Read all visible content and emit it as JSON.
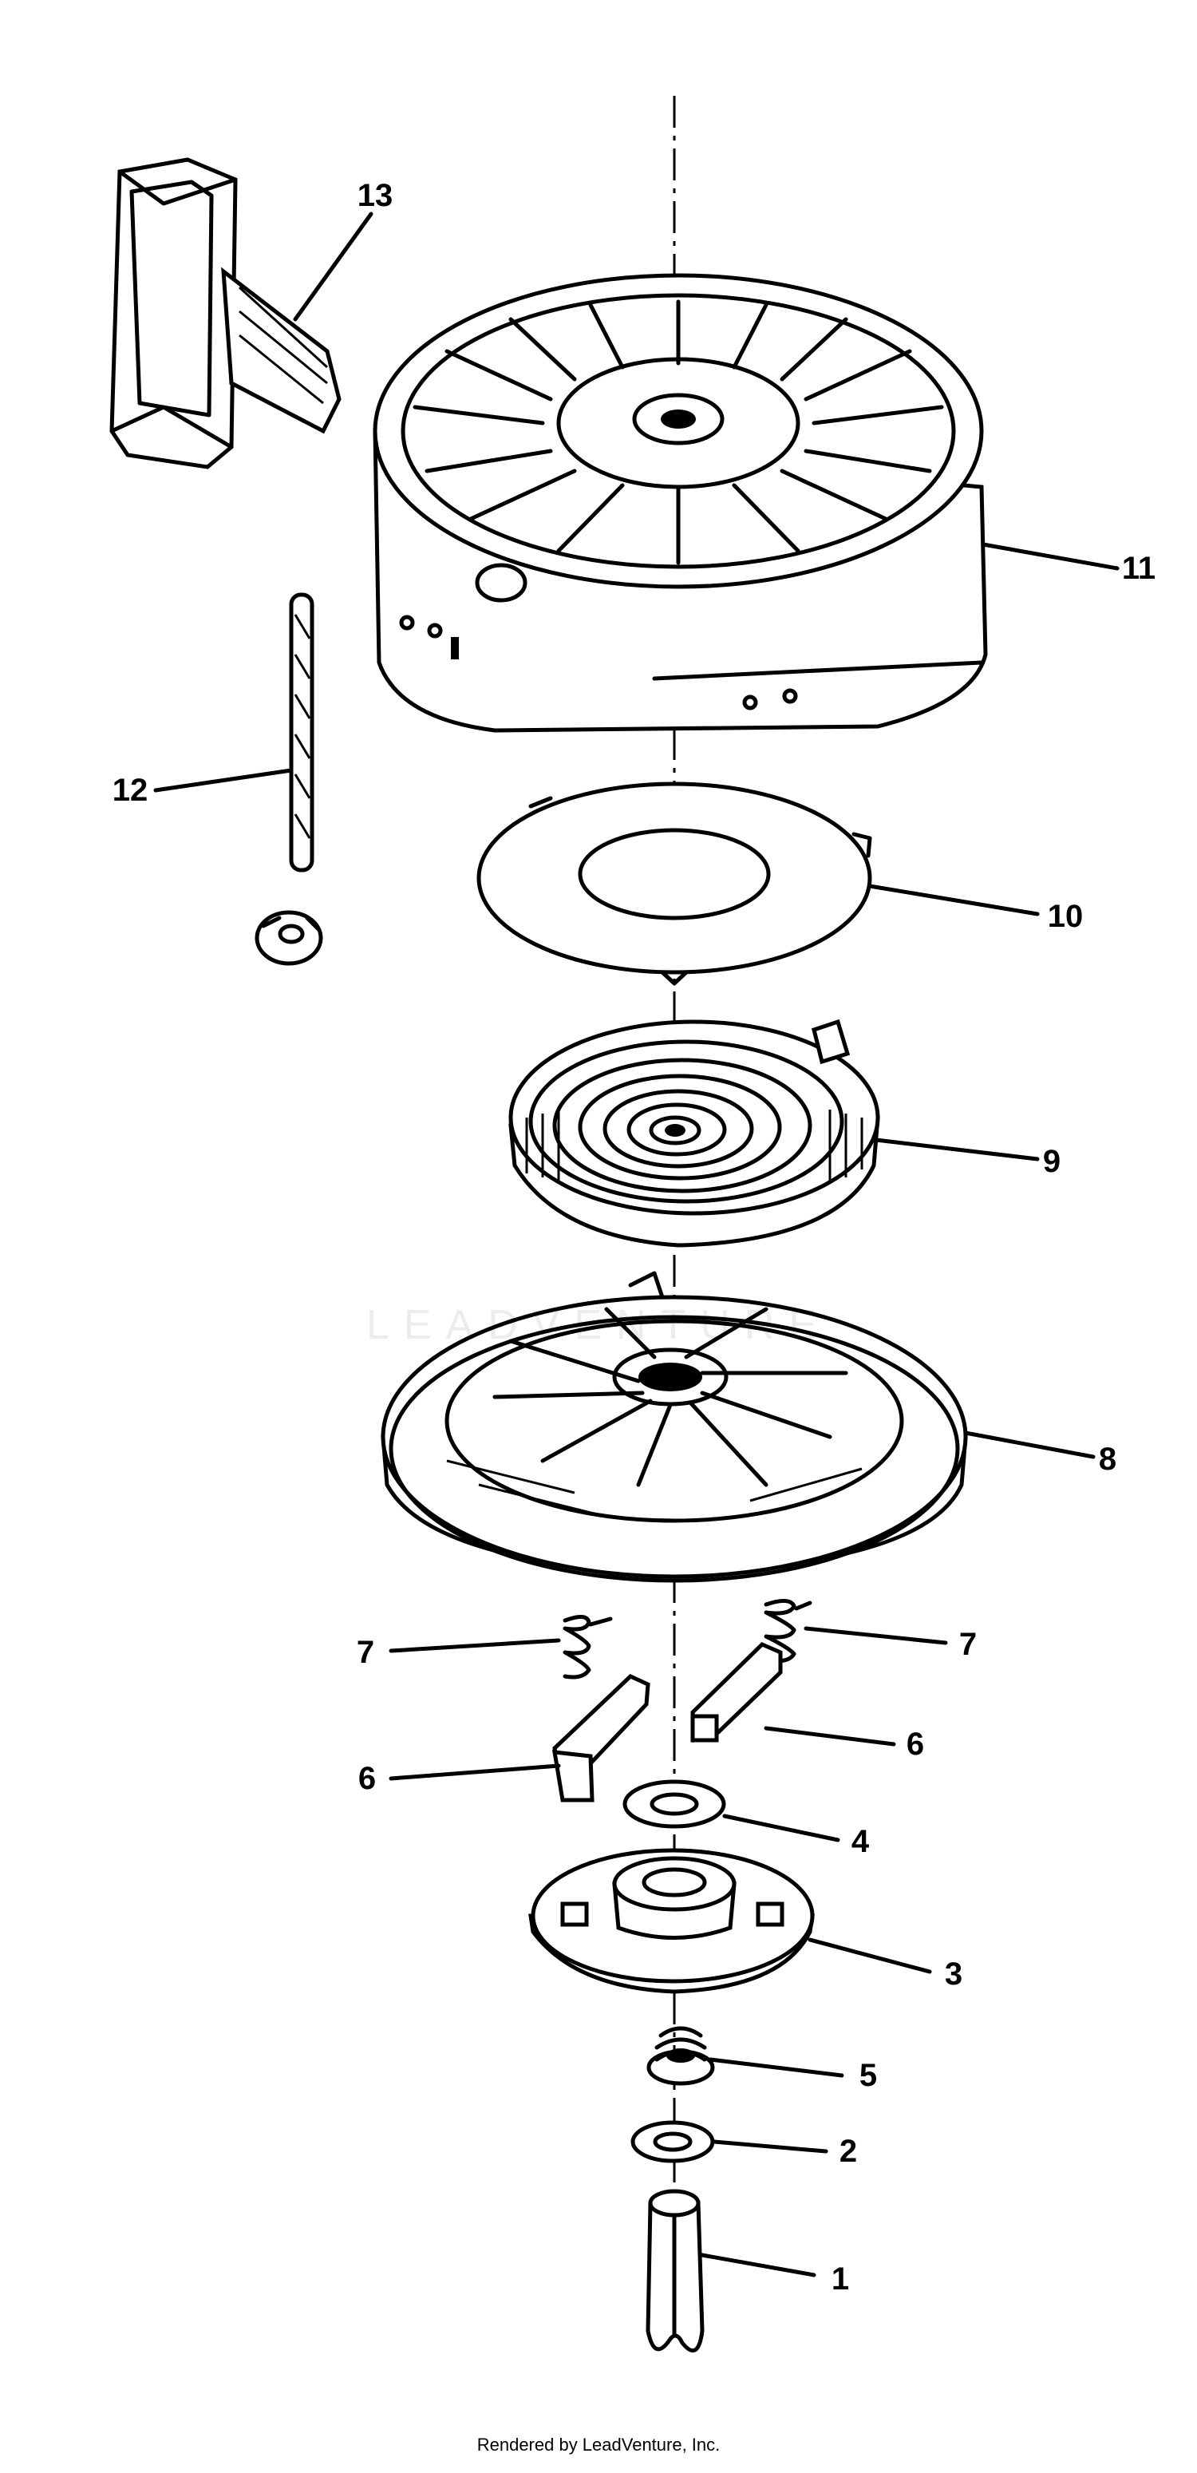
{
  "watermark": "LEADVENTURE",
  "footer": "Rendered by LeadVenture, Inc.",
  "parts": [
    {
      "id": "p1",
      "label": "1"
    },
    {
      "id": "p2",
      "label": "2"
    },
    {
      "id": "p3",
      "label": "3"
    },
    {
      "id": "p4",
      "label": "4"
    },
    {
      "id": "p5",
      "label": "5"
    },
    {
      "id": "p6a",
      "label": "6"
    },
    {
      "id": "p6b",
      "label": "6"
    },
    {
      "id": "p7a",
      "label": "7"
    },
    {
      "id": "p7b",
      "label": "7"
    },
    {
      "id": "p8",
      "label": "8"
    },
    {
      "id": "p9",
      "label": "9"
    },
    {
      "id": "p10",
      "label": "10"
    },
    {
      "id": "p11",
      "label": "11"
    },
    {
      "id": "p12",
      "label": "12"
    },
    {
      "id": "p13",
      "label": "13"
    }
  ]
}
